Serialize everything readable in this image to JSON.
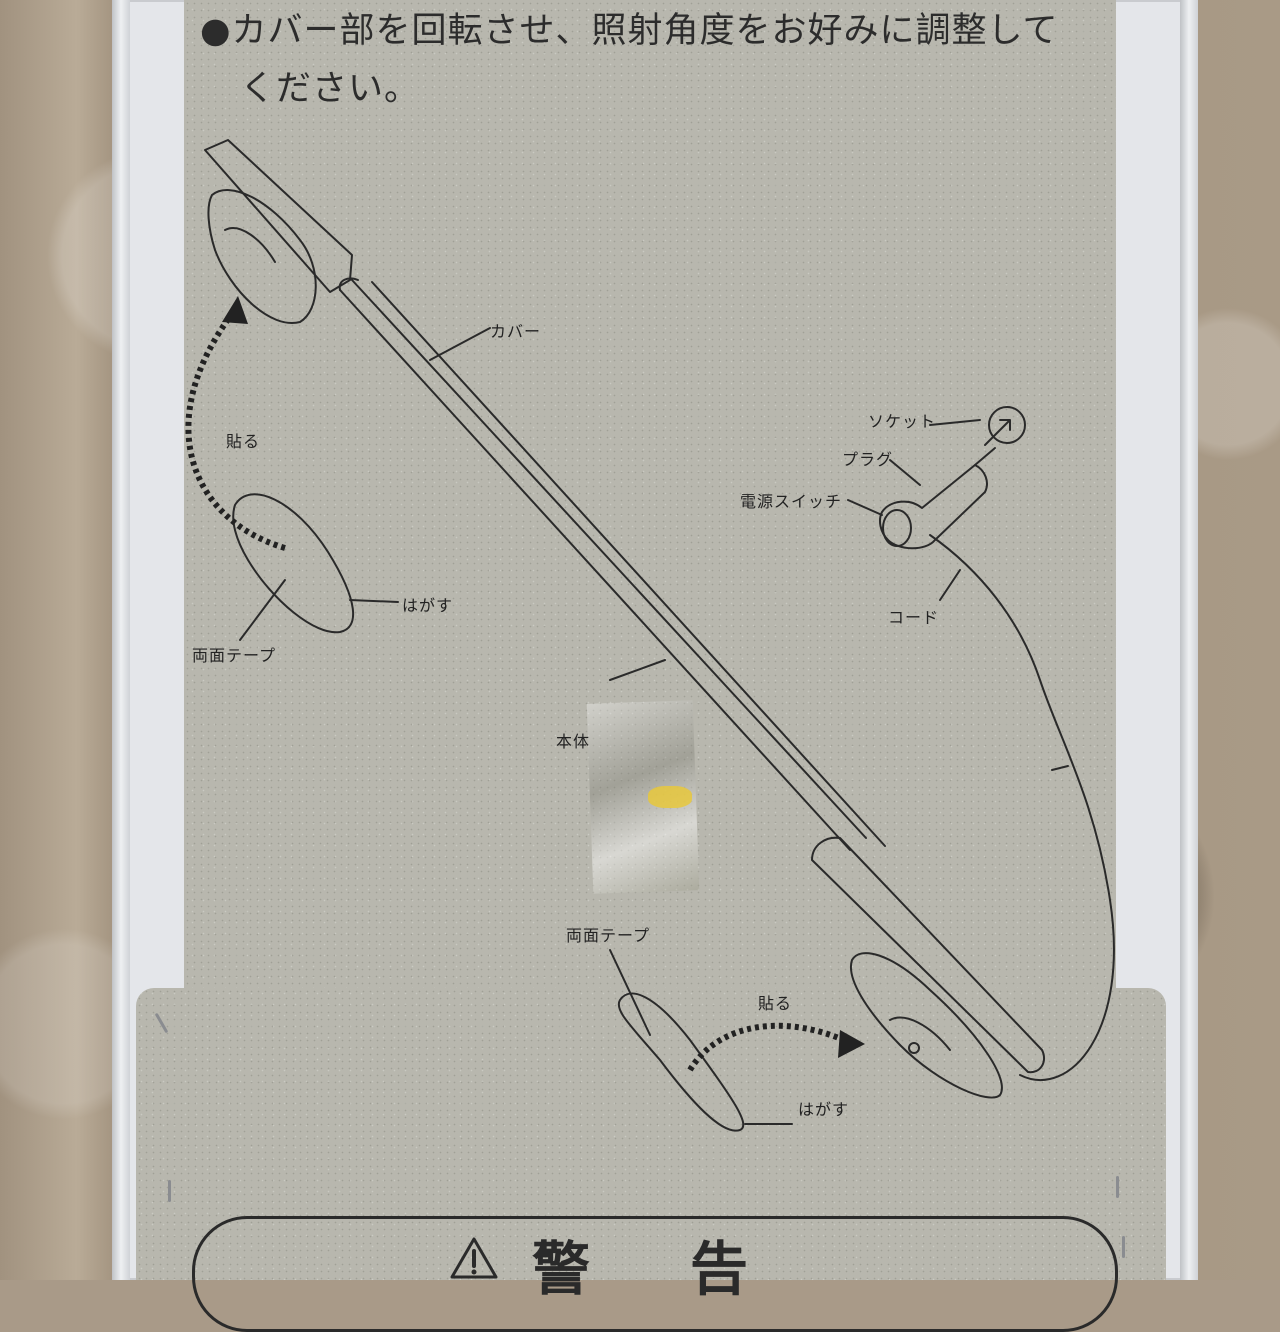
{
  "instruction": {
    "line1": "●カバー部を回転させ、照射角度をお好みに調整して",
    "line2": "ください。"
  },
  "labels": {
    "cover": "カバー",
    "socket": "ソケット",
    "plug": "プラグ",
    "power_switch": "電源スイッチ",
    "cord": "コード",
    "stick_top": "貼る",
    "peel_top": "はがす",
    "tape_top": "両面テープ",
    "body": "本体",
    "tape_bottom": "両面テープ",
    "stick_bottom": "貼る",
    "peel_bottom": "はがす"
  },
  "warning": {
    "char1": "警",
    "char2": "告"
  },
  "colors": {
    "card": "#b8b7ae",
    "line": "#2a2a2a",
    "sleeve": "#e4e6ea"
  }
}
